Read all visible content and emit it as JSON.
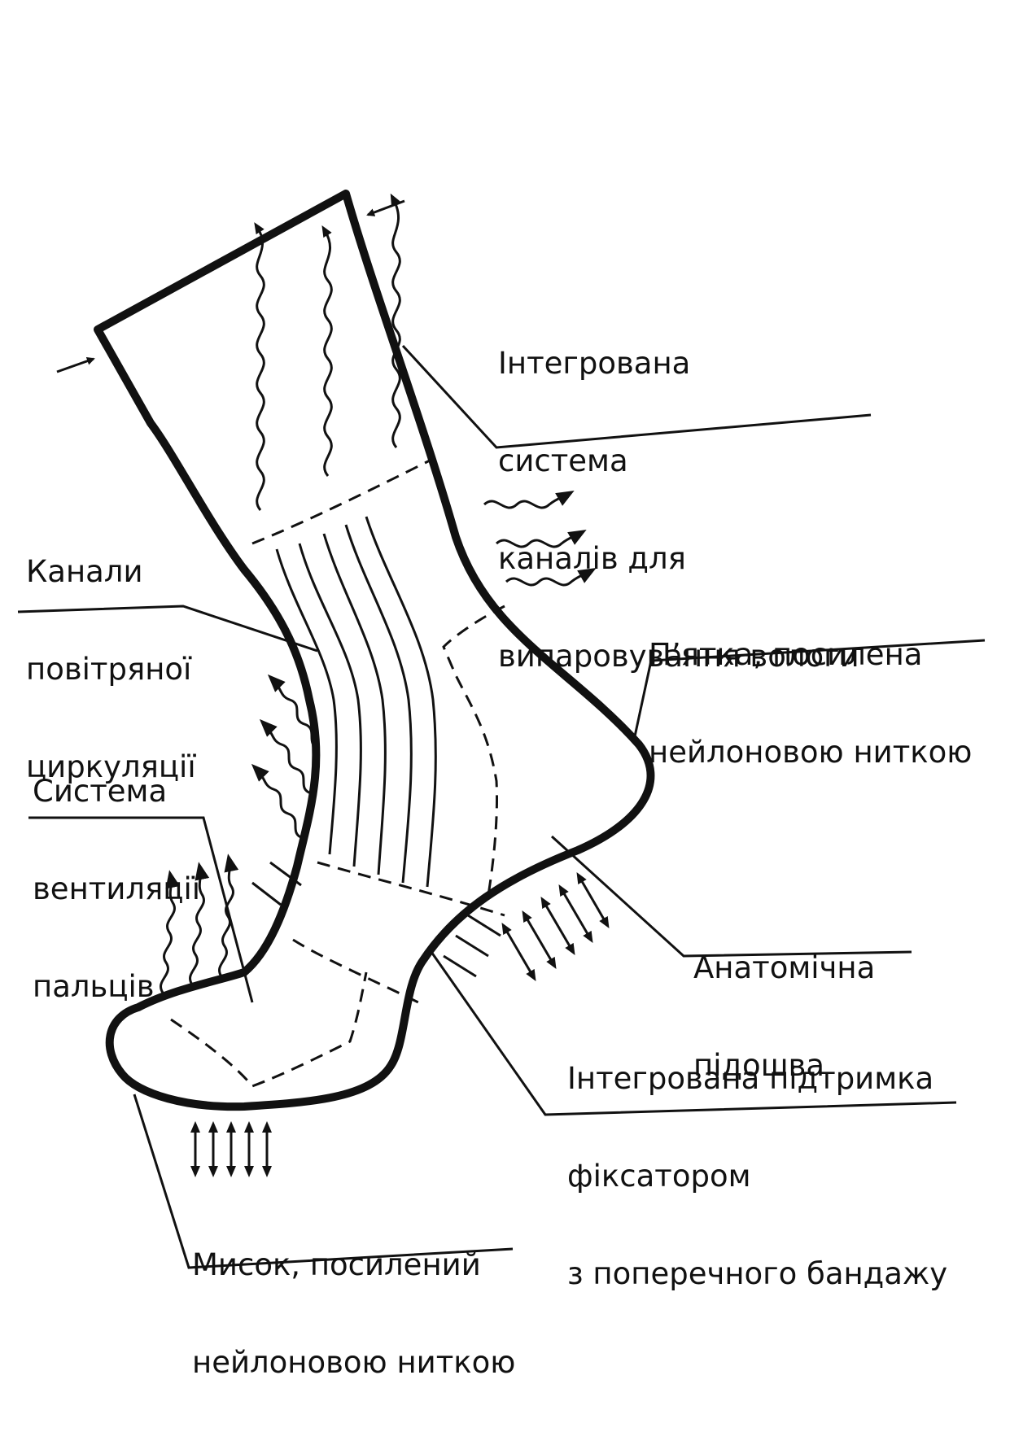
{
  "labels": {
    "moisture": [
      "Інтегрована",
      "система",
      "каналів для",
      "випаровування вологи"
    ],
    "air": [
      "Канали",
      "повітряної",
      "циркуляції"
    ],
    "heel": [
      "П’ятка, посилена",
      "нейлоновою ниткою"
    ],
    "toes": [
      "Система",
      "вентиляції",
      "пальців"
    ],
    "sole": [
      "Анатомічна",
      "підошва"
    ],
    "support": [
      "Інтегрована підтримка",
      "фіксатором",
      "з поперечного бандажу"
    ],
    "toe_cap": [
      "Мисок, посилений",
      "нейлоновою ниткою"
    ]
  },
  "colors": {
    "ink": "#111111",
    "background": "#ffffff"
  }
}
